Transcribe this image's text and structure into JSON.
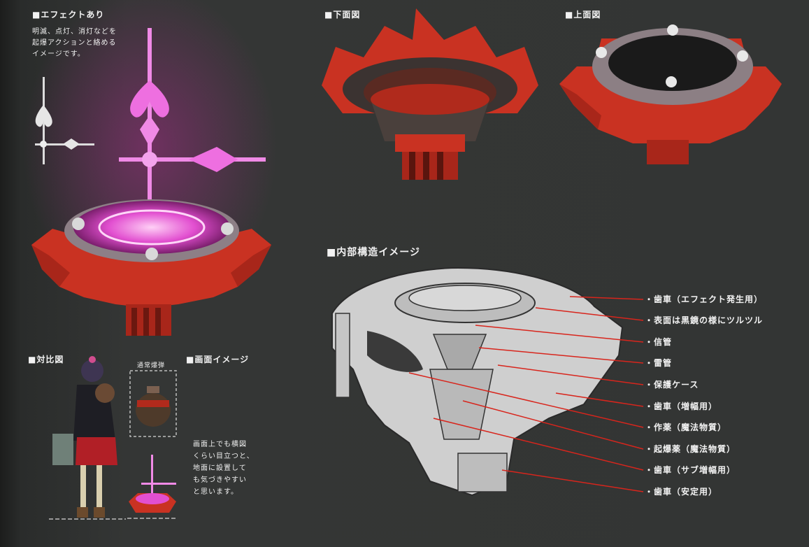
{
  "sections": {
    "effect": {
      "title": "■エフェクトあり",
      "note": "明滅、点灯、消灯などを\n起爆アクションと絡める\nイメージです。"
    },
    "bottom_view": {
      "title": "■下面図"
    },
    "top_view": {
      "title": "■上面図"
    },
    "internal": {
      "title": "■内部構造イメージ"
    },
    "comparison": {
      "title": "■対比図",
      "normal_bomb_label": "通常爆弾"
    },
    "screen": {
      "title": "■画面イメージ",
      "note": "画面上でも横図\nくらい目立つと、\n地面に設置して\nも気づきやすい\nと思います。"
    }
  },
  "callouts": [
    "歯車（エフェクト発生用）",
    "表面は黒鏡の様にツルツル",
    "信管",
    "雷管",
    "保護ケース",
    "歯車（増幅用）",
    "作薬（魔法物質）",
    "起爆薬（魔法物質）",
    "歯車（サブ増幅用）",
    "歯車（安定用）"
  ],
  "colors": {
    "background": "#333534",
    "gear_red": "#c93222",
    "glow_magenta": "#e24fd0",
    "leader_line": "#d8251c"
  }
}
